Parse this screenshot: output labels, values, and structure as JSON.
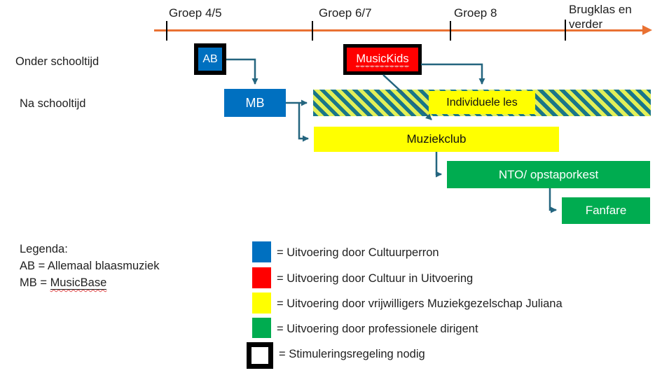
{
  "timeline": {
    "labels": [
      "Groep 4/5",
      "Groep 6/7",
      "Groep 8",
      "Brugklas en verder"
    ]
  },
  "row_labels": {
    "onder": "Onder schooltijd",
    "na": "Na schooltijd"
  },
  "nodes": {
    "ab": "AB",
    "musickids": "MusicKids",
    "mb": "MB",
    "individuele_les": "Individuele les",
    "muziekclub": "Muziekclub",
    "nto": "NTO/ opstaporkest",
    "fanfare": "Fanfare"
  },
  "legend": {
    "title": "Legenda:",
    "abbr": [
      {
        "prefix": "AB = ",
        "value": "Allemaal blaasmuziek"
      },
      {
        "prefix": "MB = ",
        "value": "MusicBase"
      }
    ],
    "colors": [
      {
        "name": "blue",
        "hex": "#0070C0",
        "label": "= Uitvoering door Cultuurperron"
      },
      {
        "name": "red",
        "hex": "#FF0000",
        "label": "= Uitvoering door Cultuur in Uitvoering"
      },
      {
        "name": "yellow",
        "hex": "#FFFF00",
        "label": " = Uitvoering door vrijwilligers Muziekgezelschap Juliana"
      },
      {
        "name": "green",
        "hex": "#00AC50",
        "label": "= Uitvoering door professionele dirigent"
      },
      {
        "name": "outline",
        "hex": "#FFFFFF",
        "label": "= Stimuleringsregeling nodig"
      }
    ]
  },
  "colors": {
    "blue": "#0070C0",
    "red": "#FF0000",
    "yellow": "#FFFF00",
    "green": "#00AC50",
    "orange": "#E97132",
    "arrow": "#24657F",
    "hatch_teal": "#1A7688",
    "hatch_light": "#E2F058"
  }
}
